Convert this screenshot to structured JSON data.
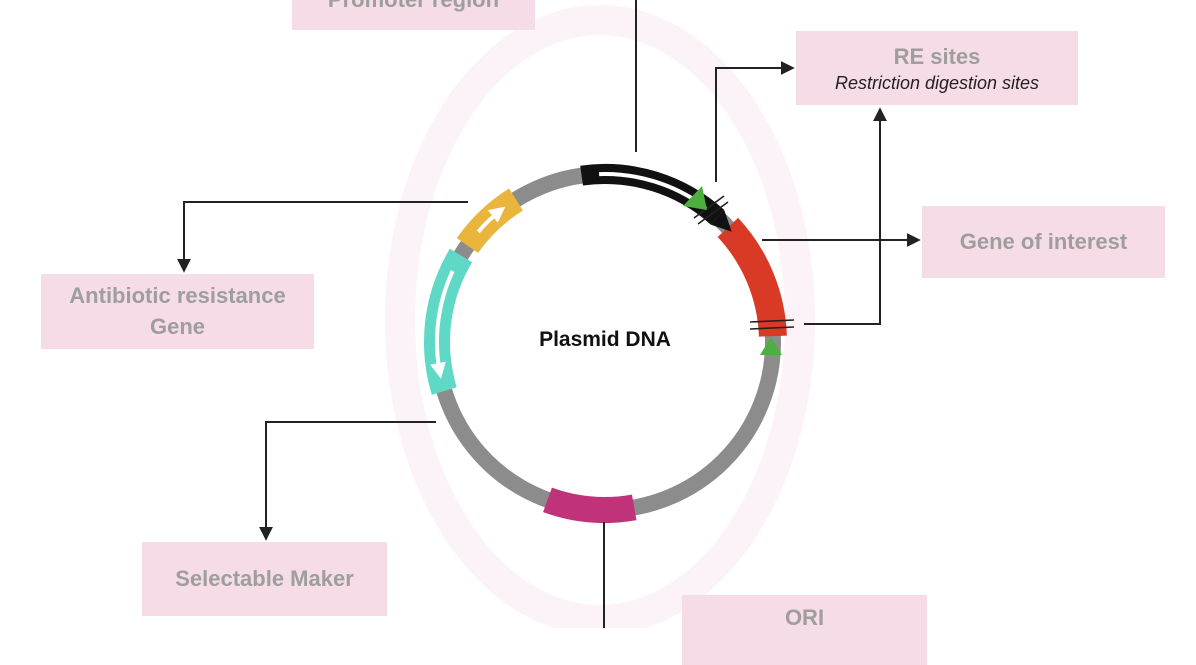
{
  "title": "Plasmid DNA",
  "labels": {
    "promoter": "Promoter region",
    "re_sites": "RE sites",
    "re_sites_sub": "Restriction digestion sites",
    "gene_of_interest": "Gene of interest",
    "antibiotic_resistance_line1": "Antibiotic resistance",
    "antibiotic_resistance_line2": "Gene",
    "selectable_marker": "Selectable Maker",
    "ori": "ORI"
  },
  "colors": {
    "backbone": "#8c8c8c",
    "promoter": "#111111",
    "gene_of_interest": "#d93a26",
    "antibiotic_resistance": "#eab53c",
    "selectable_marker": "#5fd8c6",
    "ori": "#c0337a",
    "re_site_marker": "#4caf3f",
    "label_box": "#f6dce6"
  },
  "segments": [
    {
      "name": "promoter-segment",
      "color_key": "promoter",
      "has_arrow": true
    },
    {
      "name": "gene-of-interest-segment",
      "color_key": "gene_of_interest",
      "has_arrow": false
    },
    {
      "name": "antibiotic-resistance-segment",
      "color_key": "antibiotic_resistance",
      "has_arrow": true
    },
    {
      "name": "selectable-marker-segment",
      "color_key": "selectable_marker",
      "has_arrow": true
    },
    {
      "name": "ori-segment",
      "color_key": "ori",
      "has_arrow": false
    }
  ]
}
